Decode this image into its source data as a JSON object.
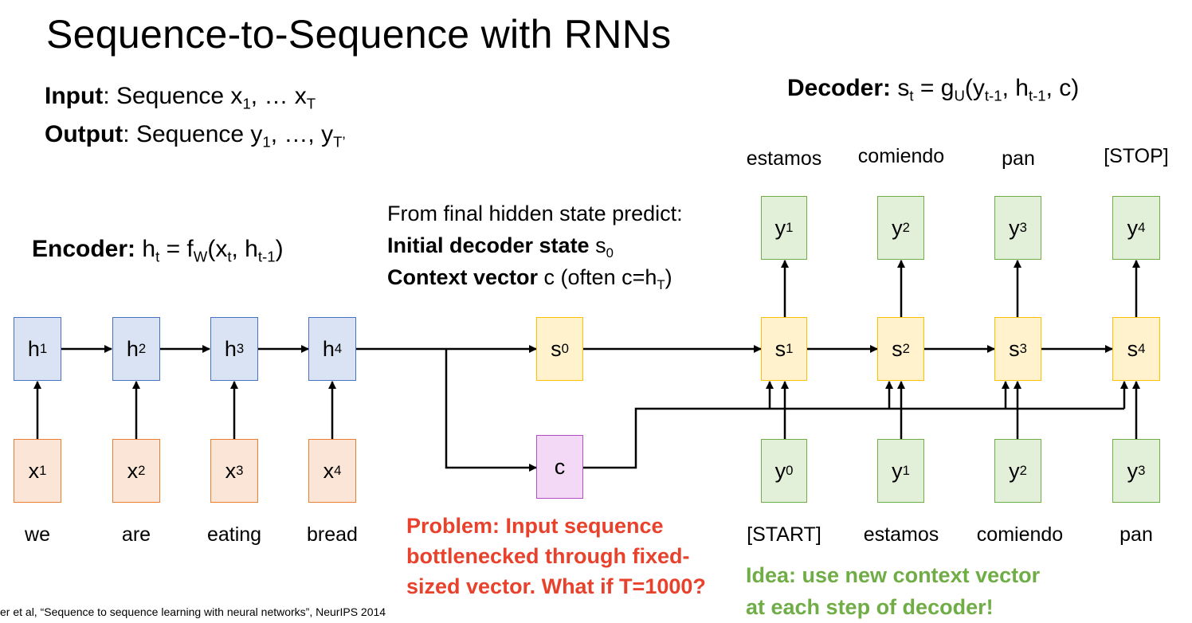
{
  "title": "Sequence-to-Sequence with RNNs",
  "input_label": "Input",
  "input_text": ": Sequence x",
  "output_label": "Output",
  "output_text": ": Sequence y",
  "decoder_label": "Decoder:",
  "decoder_eq": "s",
  "encoder_label": "Encoder:",
  "encoder_eq": "h",
  "predict": {
    "line1": "From final hidden state predict:",
    "line2_bold": "Initial decoder state",
    "line2_rest": " s",
    "line3_bold": "Context vector",
    "line3_rest": " c (often c=h"
  },
  "encoder_boxes": [
    "h1",
    "h2",
    "h3",
    "h4"
  ],
  "input_boxes": [
    "x1",
    "x2",
    "x3",
    "x4"
  ],
  "input_words": [
    "we",
    "are",
    "eating",
    "bread"
  ],
  "s0": "s0",
  "c": "c",
  "decoder_states": [
    "s1",
    "s2",
    "s3",
    "s4"
  ],
  "decoder_outputs": [
    "y1",
    "y2",
    "y3",
    "y4"
  ],
  "decoder_inputs": [
    "y0",
    "y1",
    "y2",
    "y3"
  ],
  "output_words": [
    "estamos",
    "comiendo",
    "pan",
    "[STOP]"
  ],
  "decoder_input_words": [
    "[START]",
    "estamos",
    "comiendo",
    "pan"
  ],
  "problem": [
    "Problem: Input sequence",
    "bottlenecked through fixed-",
    "sized vector. What if T=1000?"
  ],
  "idea": [
    "Idea: use new context vector",
    "at each step of decoder!"
  ],
  "citation": "er et al, “Sequence to sequence learning with neural networks”, NeurIPS 2014",
  "colors": {
    "encoder": "#4472c4",
    "input": "#ed7d31",
    "state": "#ffc000",
    "context": "#b14fc5",
    "output": "#70ad47",
    "problem": "#e8412c",
    "idea": "#70ad47"
  }
}
